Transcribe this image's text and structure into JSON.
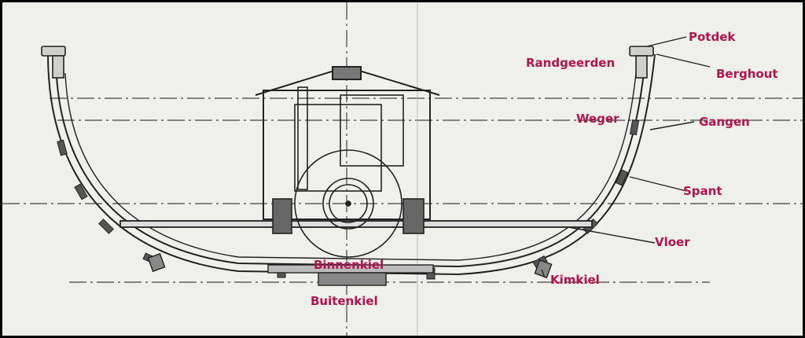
{
  "colors": {
    "background": "#efefec",
    "border": "#000000",
    "ink": "#2a2a2a",
    "label": "#b3134f"
  },
  "labels": {
    "potdek": "Potdek",
    "randgeerden": "Randgeerden",
    "berghout": "Berghout",
    "weger": "Weger",
    "gangen": "Gangen",
    "spant": "Spant",
    "vloer": "Vloer",
    "binnenkiel": "Binnenkiel",
    "buitenkiel": "Buitenkiel",
    "kimkiel": "Kimkiel"
  }
}
